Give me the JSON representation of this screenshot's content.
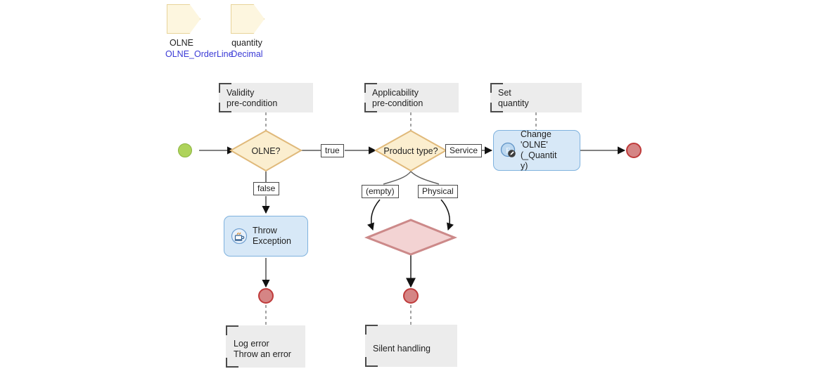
{
  "diagram": {
    "title": "OLNE quantity applicability activity diagram",
    "colors": {
      "parameter_fill": "#fdf6df",
      "parameter_border": "#e8d49a",
      "decision_fill": "#fbeecf",
      "decision_border": "#e0b97a",
      "merge_fill": "#f3d3d3",
      "merge_border": "#cc8989",
      "activity_fill": "#d7e8f7",
      "activity_border": "#7fb2de",
      "note_fill": "#ececec",
      "note_bracket": "#4a4a4a",
      "start_fill": "#aed35b",
      "start_border": "#8cb440",
      "end_fill": "#d58585",
      "end_border": "#bf3b3b",
      "edge": "#595959",
      "type_text": "#3a3ad6"
    },
    "parameters": [
      {
        "id": "param-olne",
        "name": "OLNE",
        "type": "OLNE_OrderLine",
        "icon": "parameter-pentagon-icon"
      },
      {
        "id": "param-quantity",
        "name": "quantity",
        "type": "Decimal",
        "icon": "parameter-pentagon-icon"
      }
    ],
    "notes": [
      {
        "id": "note-validity",
        "lines": [
          "Validity",
          "pre-condition"
        ]
      },
      {
        "id": "note-applicability",
        "lines": [
          "Applicability",
          "pre-condition"
        ]
      },
      {
        "id": "note-set-quantity",
        "lines": [
          "Set",
          "quantity"
        ]
      },
      {
        "id": "note-log-error",
        "lines": [
          "Log error",
          "Throw an error"
        ]
      },
      {
        "id": "note-silent-handling",
        "lines": [
          "Silent handling"
        ]
      }
    ],
    "decisions": [
      {
        "id": "decision-olne",
        "label": "OLNE?"
      },
      {
        "id": "decision-product-type",
        "label": "Product type?"
      }
    ],
    "merge": {
      "id": "merge-node",
      "label": ""
    },
    "activities": [
      {
        "id": "activity-throw-exception",
        "label": "Throw Exception",
        "icon": "throw-exception-icon"
      },
      {
        "id": "activity-change-olne",
        "label": "Change 'OLNE' (_Quantity)",
        "lines": [
          "Change",
          "'OLNE' (_Quantit",
          "y)"
        ],
        "icon": "change-edit-icon"
      }
    ],
    "edge_labels": [
      {
        "id": "edge-label-true",
        "text": "true"
      },
      {
        "id": "edge-label-false",
        "text": "false"
      },
      {
        "id": "edge-label-service",
        "text": "Service"
      },
      {
        "id": "edge-label-empty",
        "text": "(empty)"
      },
      {
        "id": "edge-label-physical",
        "text": "Physical"
      }
    ],
    "nodes": {
      "start": {
        "id": "start-node",
        "kind": "initial-node"
      },
      "end_main": {
        "id": "end-node-main",
        "kind": "final-node"
      },
      "end_exception": {
        "id": "end-node-exception",
        "kind": "final-node"
      },
      "end_silent": {
        "id": "end-node-silent",
        "kind": "final-node"
      }
    }
  }
}
